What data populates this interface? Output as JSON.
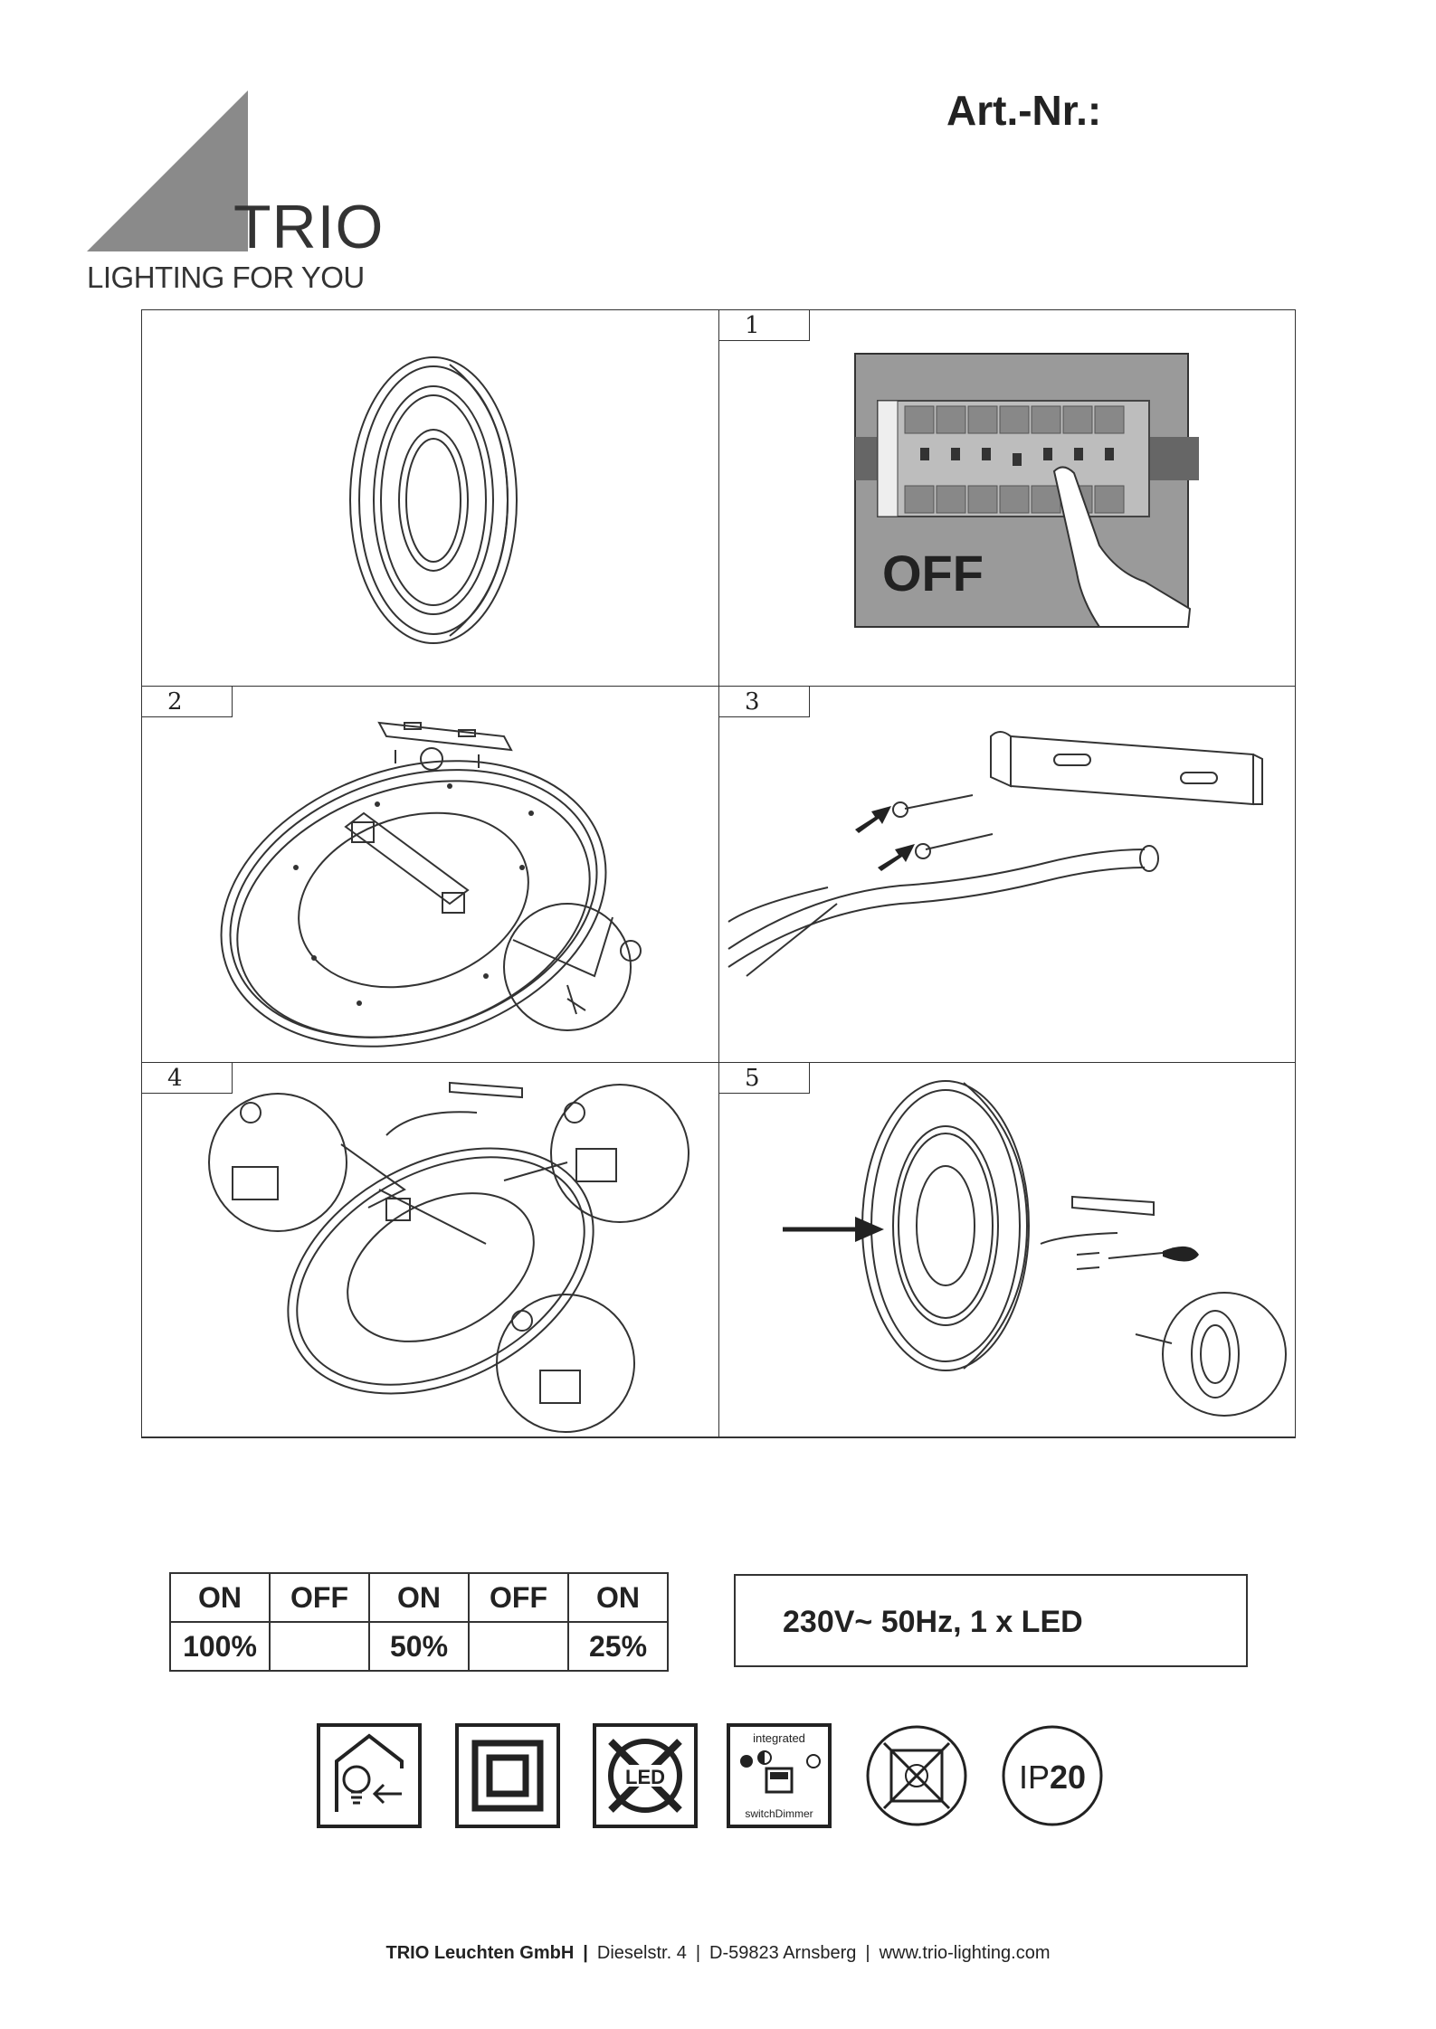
{
  "brand": {
    "name": "TRIO",
    "tagline": "LIGHTING FOR YOU"
  },
  "header": {
    "article_label": "Art.-Nr.:"
  },
  "steps": [
    {
      "num": "1"
    },
    {
      "num": "2"
    },
    {
      "num": "3"
    },
    {
      "num": "4"
    },
    {
      "num": "5"
    }
  ],
  "step1": {
    "off_label": "OFF"
  },
  "switch_table": {
    "states": [
      "ON",
      "OFF",
      "ON",
      "OFF",
      "ON"
    ],
    "levels": [
      "100%",
      "",
      "50%",
      "",
      "25%"
    ]
  },
  "spec": {
    "text": "230V~ 50Hz, 1 x LED"
  },
  "symbols": {
    "dimmer_top": "integrated",
    "dimmer_bottom": "switchDimmer",
    "ip": "IP",
    "ip_num": "20",
    "led": "LED"
  },
  "footer": {
    "company": "TRIO Leuchten GmbH",
    "street": "Dieselstr. 4",
    "city": "D-59823 Arnsberg",
    "web": "www.trio-lighting.com"
  },
  "colors": {
    "ink": "#222222",
    "logo_grey": "#8a8a8a",
    "panel_grey": "#9a9a9a"
  }
}
